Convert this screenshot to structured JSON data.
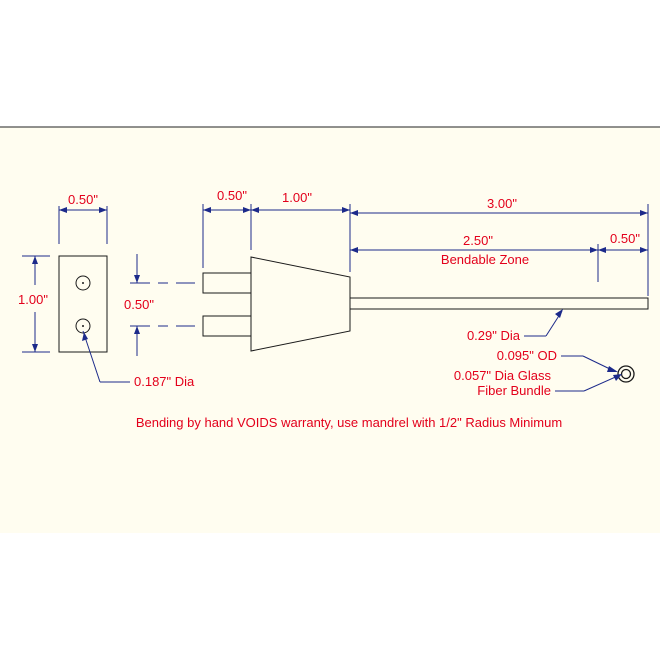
{
  "colors": {
    "sheet_background": "#fffdf0",
    "object_lines": "#1a1a1a",
    "dimension_lines": "#1c2a8a",
    "text": "#e3001b"
  },
  "dimensions": {
    "block_width": "0.50\"",
    "block_height": "1.00\"",
    "pin_spacing": "0.50\"",
    "pin_length": "0.50\"",
    "taper_length": "1.00\"",
    "fiber_length": "3.00\"",
    "bendable_length": "2.50\"",
    "bendable_label": "Bendable Zone",
    "end_length": "0.50\""
  },
  "callouts": {
    "hole_dia": "0.187\" Dia",
    "fiber_dia": "0.29\" Dia",
    "od": "0.095\" OD",
    "glass_line1": "0.057\" Dia Glass",
    "glass_line2": "Fiber Bundle"
  },
  "warning": "Bending by hand VOIDS warranty, use mandrel with 1/2\" Radius Minimum"
}
